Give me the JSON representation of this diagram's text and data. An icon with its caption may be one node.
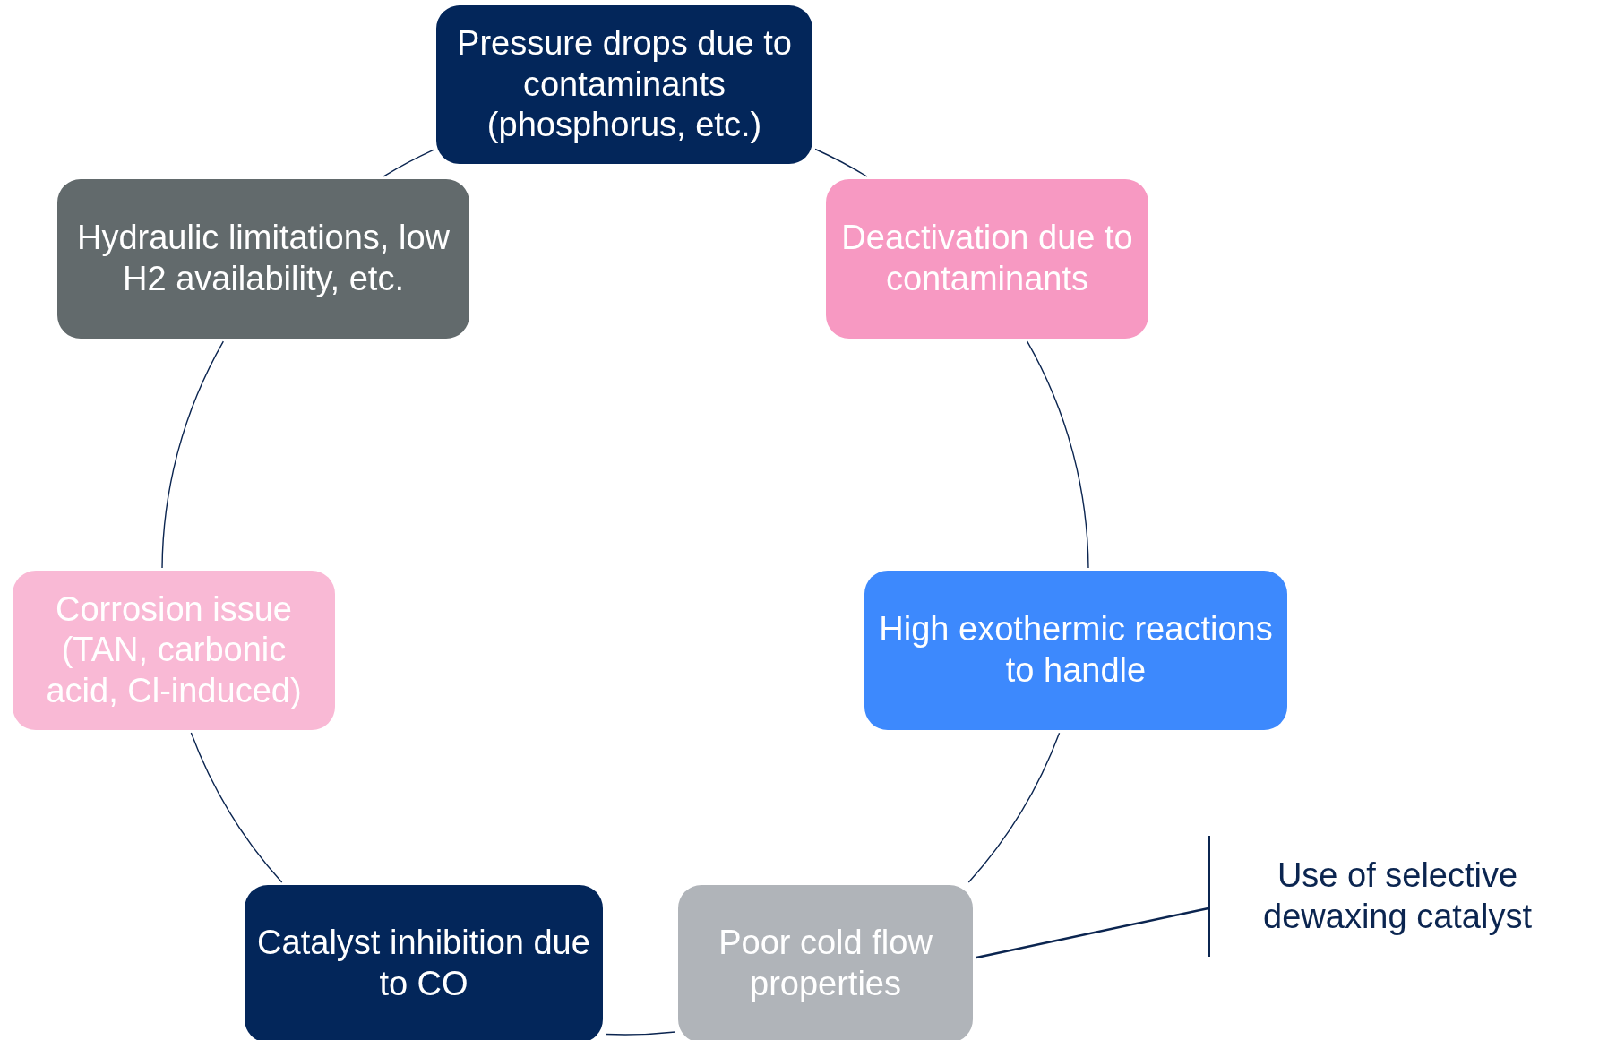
{
  "diagram": {
    "nodes": [
      {
        "text": [
          "Pressure drops due to contaminants (phosphorus, etc.)"
        ]
      },
      {
        "text": [
          "Deactivation due to contaminants"
        ]
      },
      {
        "text": [
          "High exothermic reactions to handle"
        ]
      },
      {
        "text": [
          "Poor cold flow properties"
        ]
      },
      {
        "text": [
          "Catalyst inhibition due to CO"
        ]
      },
      {
        "text": [
          "Corrosion issue (TAN, carbonic acid, Cl-induced)"
        ]
      },
      {
        "text": [
          "Hydraulic limitations, low H2 availability, etc."
        ]
      },
      {
        "text": [
          "Use of selective dewaxing catalyst"
        ]
      }
    ],
    "edges": [
      {
        "from": 0,
        "to": 1,
        "arrow": "none"
      },
      {
        "from": 1,
        "to": 2,
        "arrow": "none"
      },
      {
        "from": 2,
        "to": 3,
        "arrow": "none"
      },
      {
        "from": 3,
        "to": 4,
        "arrow": "none"
      },
      {
        "from": 4,
        "to": 5,
        "arrow": "none"
      },
      {
        "from": 5,
        "to": 6,
        "arrow": "none"
      },
      {
        "from": 6,
        "to": 0,
        "arrow": "none"
      },
      {
        "from": 3,
        "to": 7,
        "arrow": "none"
      }
    ]
  }
}
